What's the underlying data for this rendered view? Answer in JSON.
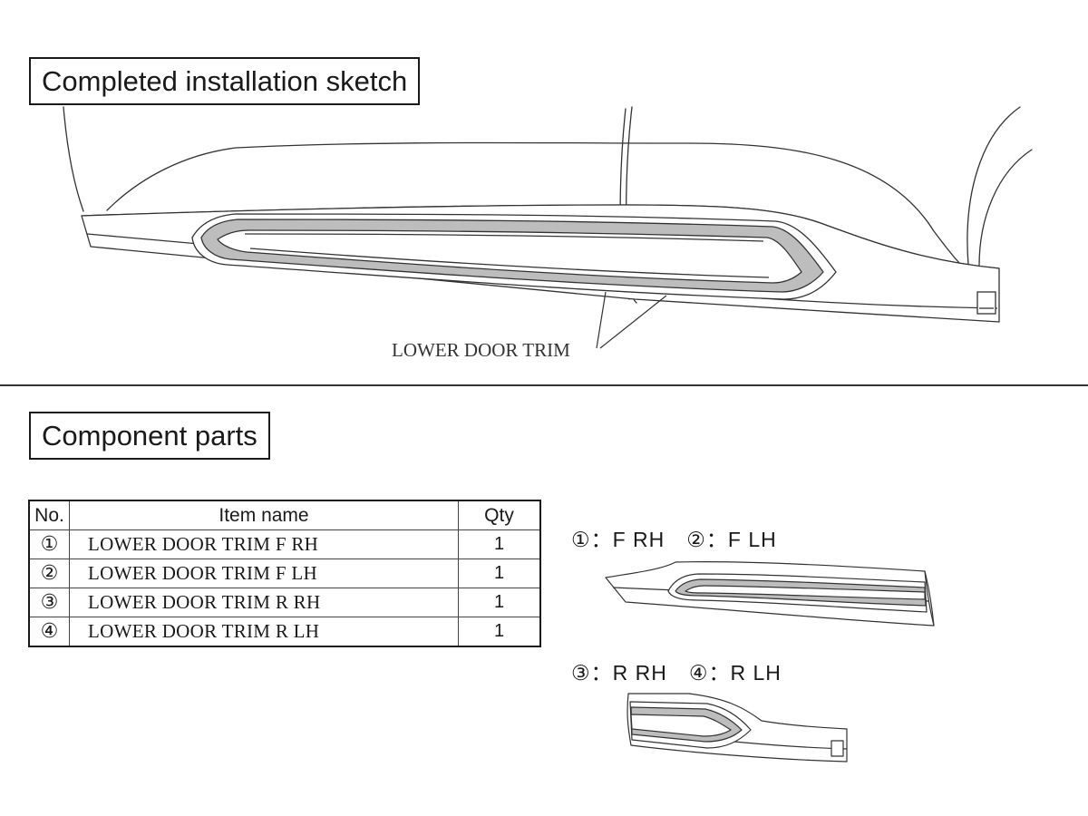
{
  "install_section": {
    "title": "Completed installation sketch",
    "callout_label": "LOWER DOOR TRIM"
  },
  "parts_section": {
    "title": "Component parts",
    "table": {
      "headers": [
        "No.",
        "Item name",
        "Qty"
      ],
      "rows": [
        {
          "no": "①",
          "name": "LOWER DOOR TRIM F RH",
          "qty": "1"
        },
        {
          "no": "②",
          "name": "LOWER DOOR TRIM F LH",
          "qty": "1"
        },
        {
          "no": "③",
          "name": "LOWER DOOR TRIM R RH",
          "qty": "1"
        },
        {
          "no": "④",
          "name": "LOWER DOOR TRIM R LH",
          "qty": "1"
        }
      ]
    },
    "front_parts_label": "①：F RH　②：F LH",
    "rear_parts_label": "③：R RH　④：R LH"
  },
  "colors": {
    "line": "#333333",
    "trim_fill": "#bdbdbd"
  }
}
